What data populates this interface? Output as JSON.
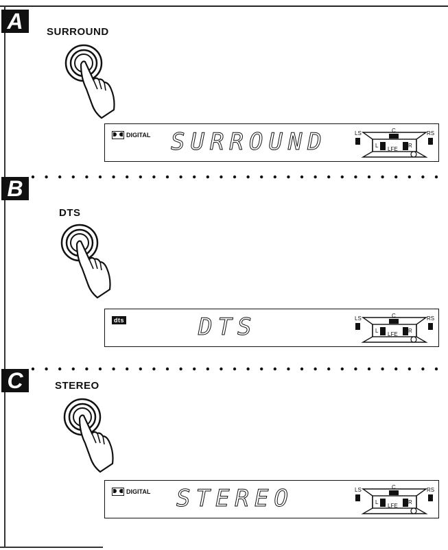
{
  "sections": [
    {
      "letter": "A",
      "button_label": "SURROUND",
      "display_logo": "DIGITAL",
      "display_text": "SURROUND"
    },
    {
      "letter": "B",
      "button_label": "DTS",
      "display_logo": "dts",
      "display_text": "DTS"
    },
    {
      "letter": "C",
      "button_label": "STEREO",
      "display_logo": "DIGITAL",
      "display_text": "STEREO"
    }
  ],
  "speaker_labels": {
    "ls": "LS",
    "rs": "RS",
    "c": "C",
    "l": "L",
    "r": "R",
    "lfe": "LFE"
  },
  "icons": [
    "dolby-digital-logo-icon",
    "dts-logo-icon",
    "finger-press-button-icon",
    "speaker-layout-icon"
  ]
}
